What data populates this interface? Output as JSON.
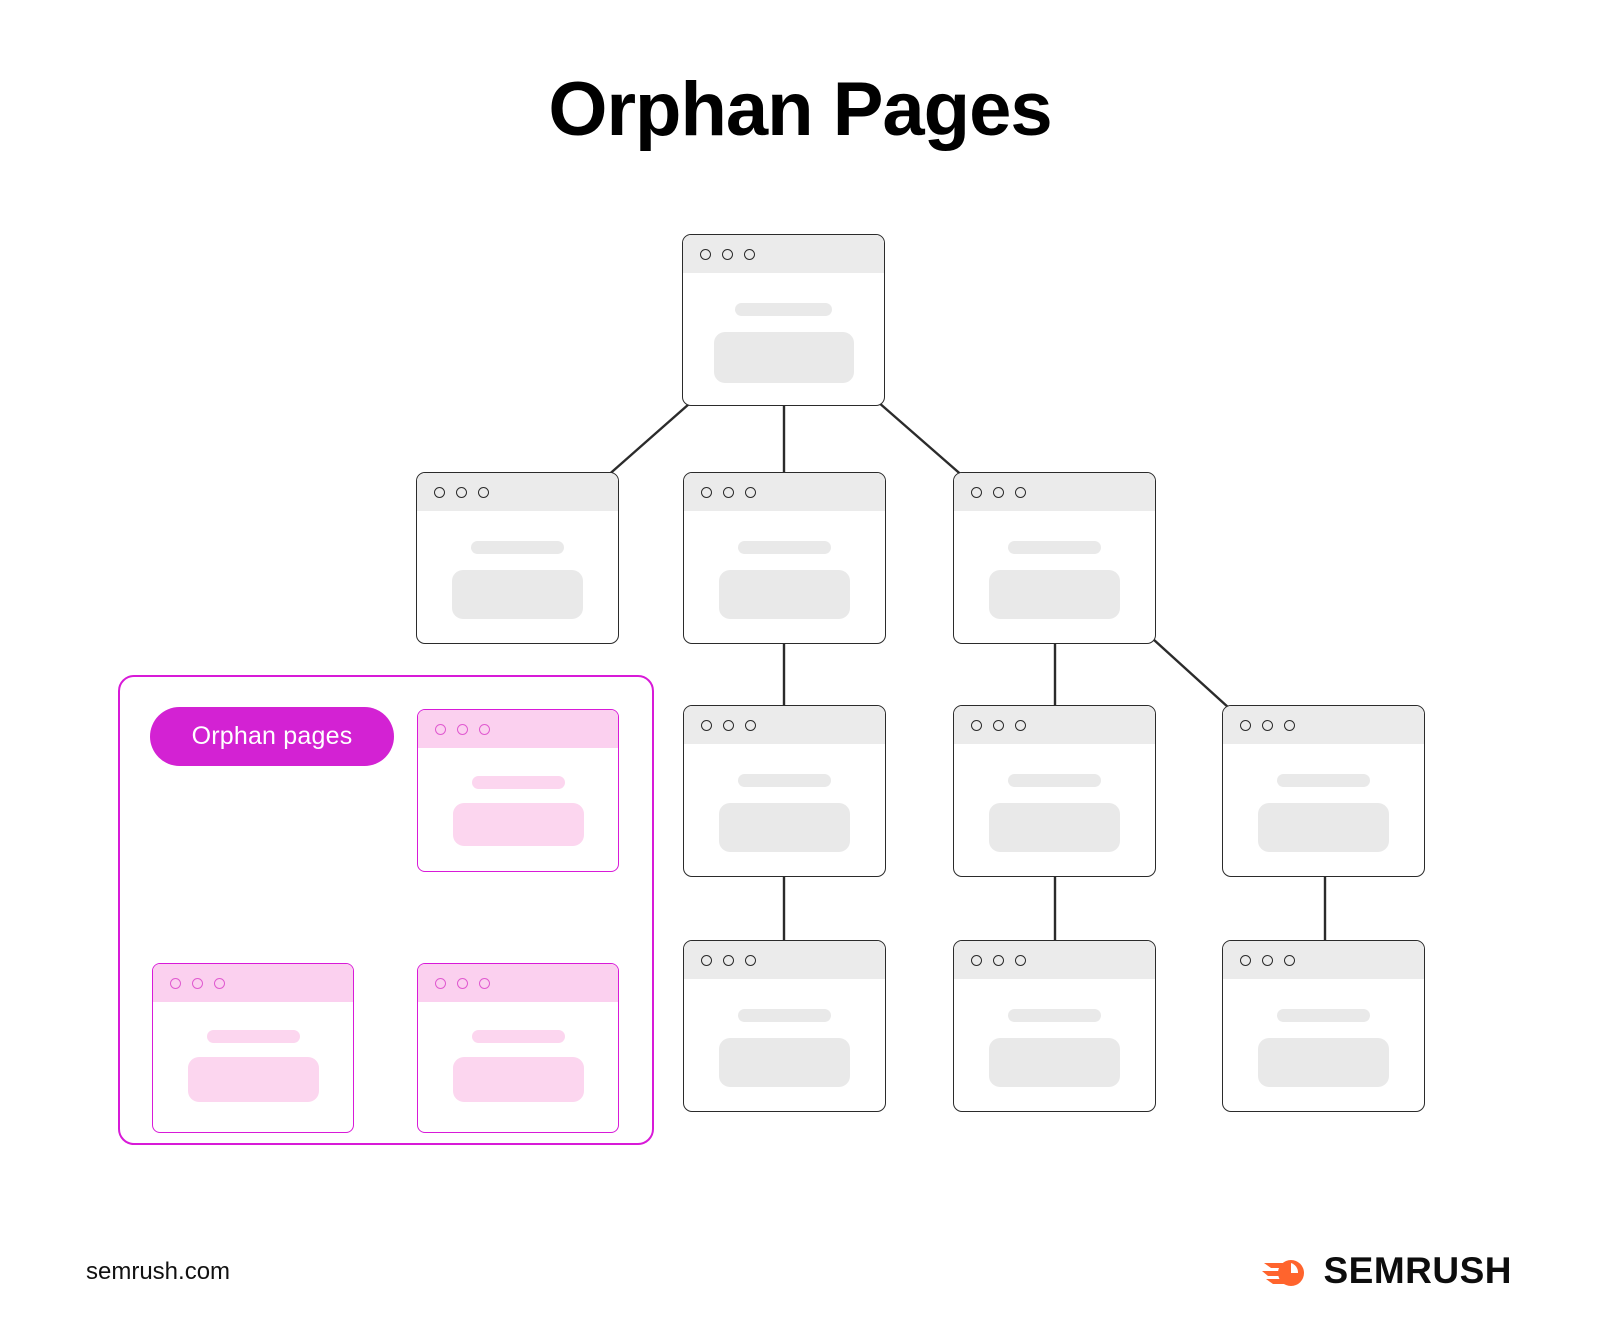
{
  "page": {
    "title": "Orphan Pages",
    "background_color": "#ffffff"
  },
  "colors": {
    "accent_magenta": "#d81ad8",
    "badge_magenta": "#d322d3",
    "pink_header": "#fbd0ef",
    "pink_placeholder": "#fcd6ef",
    "gray_header": "#ebebeb",
    "gray_placeholder": "#e9e9e9",
    "card_border": "#2b2b2b",
    "logo_orange": "#ff642d",
    "text_black": "#000000"
  },
  "orphan_panel": {
    "badge_label": "Orphan pages",
    "cards": [
      {
        "name": "orphan-card-top-right",
        "dots": 3
      },
      {
        "name": "orphan-card-bottom-left",
        "dots": 3
      },
      {
        "name": "orphan-card-bottom-right",
        "dots": 3
      }
    ]
  },
  "site_tree": {
    "root": {
      "name": "root-page-card",
      "dots": 3
    },
    "level_two": [
      {
        "name": "branch-page-card-1",
        "dots": 3
      },
      {
        "name": "branch-page-card-2",
        "dots": 3
      },
      {
        "name": "branch-page-card-3",
        "dots": 3
      }
    ],
    "level_three": [
      {
        "name": "child-page-card-1",
        "dots": 3
      },
      {
        "name": "child-page-card-2",
        "dots": 3
      },
      {
        "name": "child-page-card-3",
        "dots": 3
      }
    ],
    "level_four": [
      {
        "name": "leaf-page-card-1",
        "dots": 3
      },
      {
        "name": "leaf-page-card-2",
        "dots": 3
      },
      {
        "name": "leaf-page-card-3",
        "dots": 3
      }
    ]
  },
  "footer": {
    "url": "semrush.com",
    "brand": "SEMRUSH",
    "logo_icon": "semrush-comet-icon"
  }
}
